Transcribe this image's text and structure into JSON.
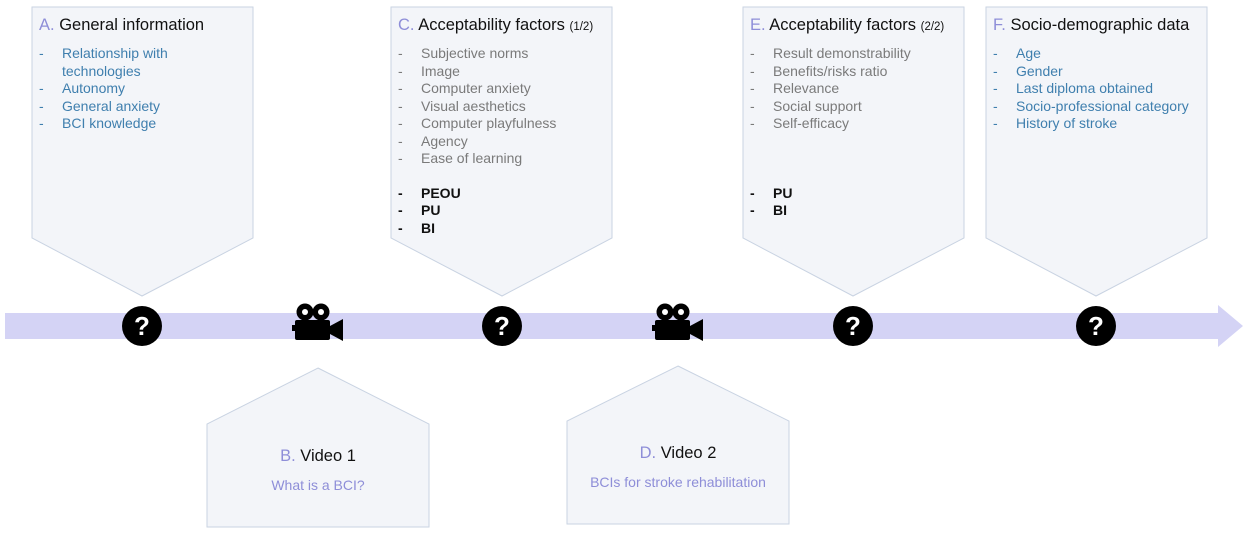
{
  "colors": {
    "timeline": "#d4d3f5",
    "box_fill": "#f3f5f9",
    "box_stroke": "#c9d3e2",
    "letter": "#8e8ed8",
    "blue_item": "#3f7fae",
    "grey_item": "#7a7a7a"
  },
  "sections": {
    "a": {
      "letter": "A.",
      "title": "General information",
      "items": [
        "Relationship with",
        "technologies",
        "Autonomy",
        "General anxiety",
        "BCI knowledge"
      ]
    },
    "c": {
      "letter": "C.",
      "title": "Acceptability factors",
      "suffix": "(1/2)",
      "items": [
        "Subjective norms",
        "Image",
        "Computer anxiety",
        "Visual aesthetics",
        "Computer playfulness",
        "Agency",
        "Ease of learning"
      ],
      "bold_items": [
        "PEOU",
        "PU",
        "BI"
      ]
    },
    "e": {
      "letter": "E.",
      "title": "Acceptability factors",
      "suffix": "(2/2)",
      "items": [
        "Result demonstrability",
        "Benefits/risks ratio",
        "Relevance",
        "Social support",
        "Self-efficacy"
      ],
      "bold_items": [
        "PU",
        "BI"
      ]
    },
    "f": {
      "letter": "F.",
      "title": "Socio-demographic data",
      "items": [
        "Age",
        "Gender",
        "Last diploma obtained",
        "Socio-professional category",
        "History of stroke"
      ]
    },
    "b": {
      "letter": "B.",
      "title": "Video 1",
      "subtitle": "What is a BCI?"
    },
    "d": {
      "letter": "D.",
      "title": "Video 2",
      "subtitle": "BCIs for stroke rehabilitation"
    }
  },
  "dash": "-",
  "question_glyph": "?",
  "icons": {
    "questionnaire": "question-circle-icon",
    "video": "video-camera-icon"
  }
}
